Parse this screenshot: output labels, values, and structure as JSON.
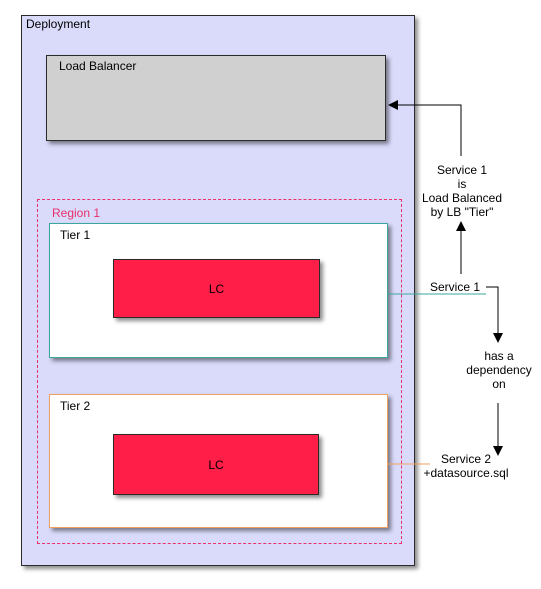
{
  "deployment": {
    "label": "Deployment"
  },
  "load_balancer": {
    "label": "Load Balancer"
  },
  "region": {
    "label": "Region 1"
  },
  "tier1": {
    "label": "Tier 1",
    "lc_label": "LC"
  },
  "tier2": {
    "label": "Tier 2",
    "lc_label": "LC"
  },
  "annotations": {
    "service1_lb": [
      "Service 1",
      "is",
      "Load Balanced",
      "by LB \"Tier\""
    ],
    "service1": "Service 1",
    "dependency": [
      "has a",
      "dependency",
      "on"
    ],
    "service2": [
      "Service 2",
      "+datasource.sql"
    ]
  },
  "colors": {
    "deployment_fill": "#dadbfb",
    "load_balancer_fill": "#d0d0d0",
    "region_border": "#e8306a",
    "tier1_border": "#3aa79d",
    "tier2_border": "#f0a060",
    "lc_fill": "#ff1e48"
  }
}
